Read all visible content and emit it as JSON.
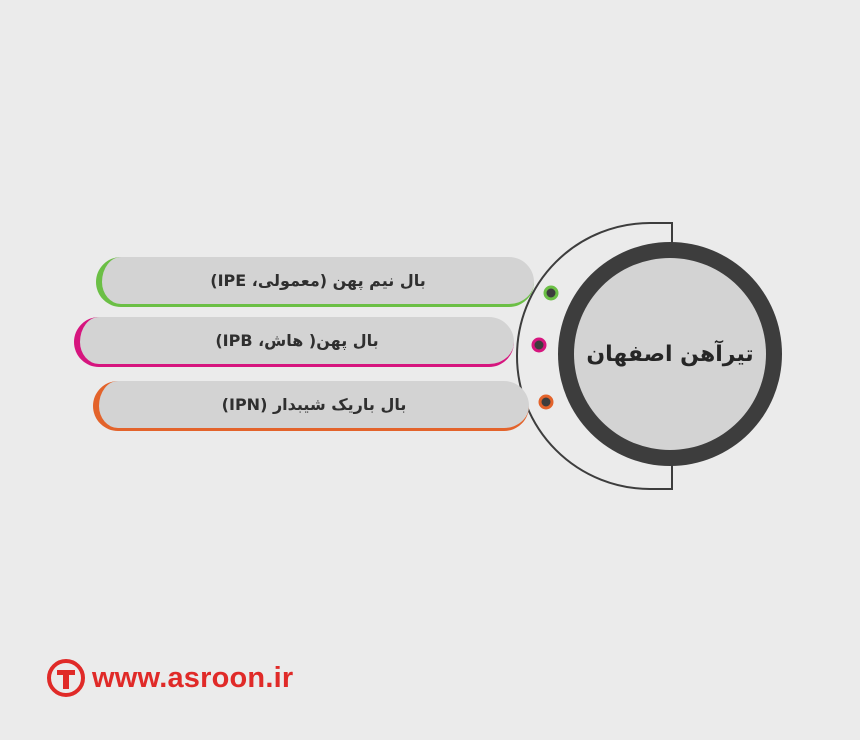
{
  "center": {
    "title": "تیرآهن اصفهان"
  },
  "branches": [
    {
      "label": "بال نیم پهن (معمولی،  IPE)",
      "color": "#6bbf45"
    },
    {
      "label": "بال پهن( هاش،  IPB)",
      "color": "#d6157e"
    },
    {
      "label": "بال باریک شیبدار  (IPN)",
      "color": "#e3632b"
    }
  ],
  "colors": {
    "ring": "#3d3d3d",
    "hub": "#d3d3d3",
    "pill": "#d3d3d3",
    "brand": "#e02a28"
  },
  "footer": {
    "url": "www.asroon.ir",
    "logo_icon": "asroon-t-logo-icon"
  }
}
